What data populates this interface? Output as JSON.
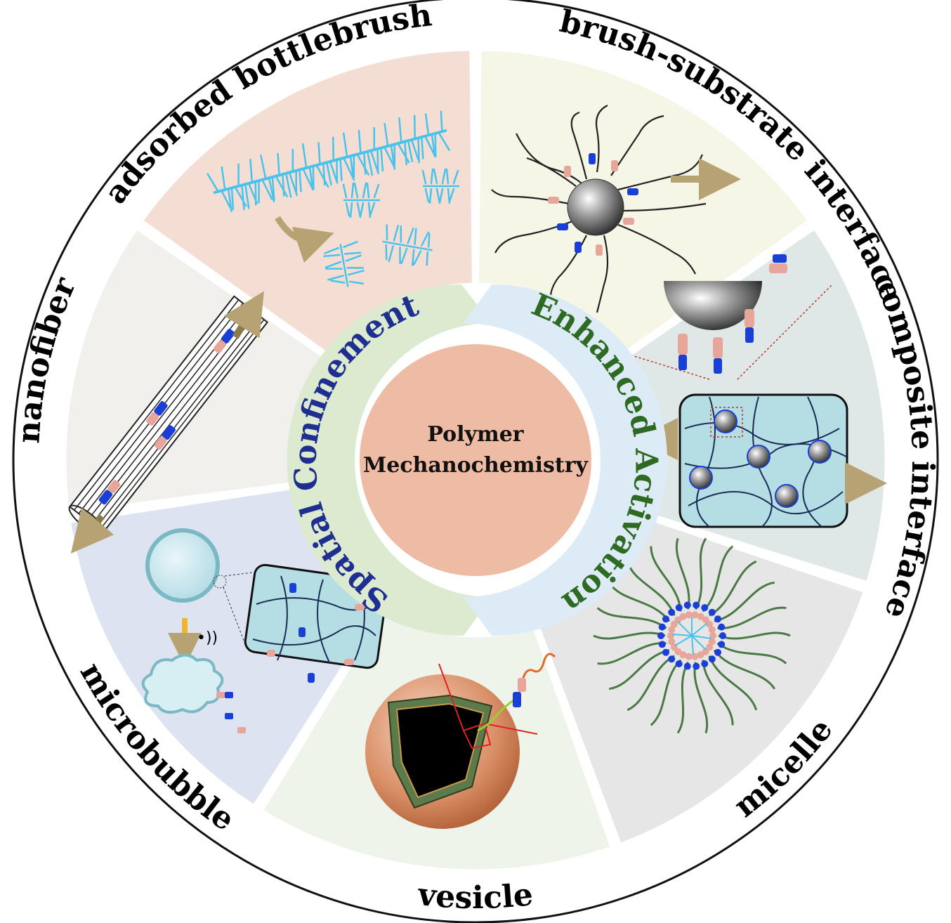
{
  "diagram": {
    "center": {
      "line1": "Polymer",
      "line2": "Mechanochemistry"
    },
    "inner_ring": {
      "left_label": "Spatial Confinement",
      "right_label": "Enhanced Activation",
      "colors": {
        "left_band": "#dcebcf",
        "right_band": "#dcebf5",
        "left_text": "#1f2f8f",
        "right_text": "#2f6a23"
      }
    },
    "sectors": [
      {
        "name": "adsorbed bottlebrush",
        "color": "#f4ddd3"
      },
      {
        "name": "brush-substrate interface",
        "color": "#f6f6e6"
      },
      {
        "name": "composite interface",
        "color": "#dfe8e6"
      },
      {
        "name": "micelle",
        "color": "#e6e6e6"
      },
      {
        "name": "vesicle",
        "color": "#eef4ea"
      },
      {
        "name": "microbubble",
        "color": "#dde3f1"
      },
      {
        "name": "nanofiber",
        "color": "#f1f0ec"
      }
    ],
    "colors": {
      "center_disk": "#eebca4",
      "mechanophore_blue": "#1a3fd6",
      "mechanophore_pink": "#e8a59a",
      "bottlebrush_cyan": "#49c3ec",
      "arrow_tan": "#b7a273"
    }
  }
}
